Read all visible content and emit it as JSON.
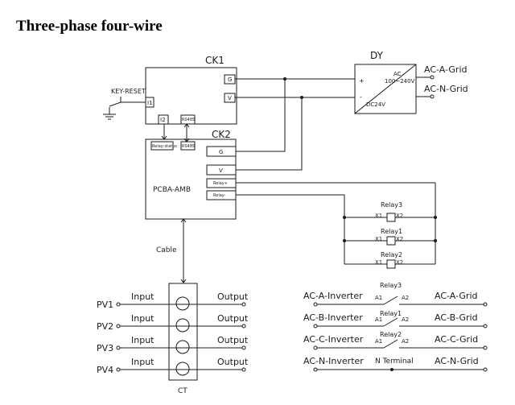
{
  "title": "Three-phase four-wire",
  "ck1": {
    "label": "CK1",
    "key_reset": "KEY-RESET",
    "port_i1": "I1",
    "port_i2": "I2",
    "port_rs485": "RS485",
    "terminal_g": "G",
    "terminal_v": "V"
  },
  "ck2": {
    "label": "CK2",
    "board": "PCBA-AMB",
    "port_relay_status": "Relay-status",
    "port_rs485": "RS485",
    "terminal_g": "G",
    "terminal_v": "V",
    "terminal_relay_plus": "Relay+",
    "terminal_relay_minus": "Relay-"
  },
  "dy": {
    "label": "DY",
    "ac_text": "AC",
    "ac_range": "100~240V",
    "dc_text": "DC24V",
    "plus": "+",
    "minus": "-",
    "grid_a": "AC-A-Grid",
    "grid_n": "AC-N-Grid"
  },
  "relay_coils": [
    {
      "name": "Relay3",
      "x1": "X1",
      "x2": "X2"
    },
    {
      "name": "Relay1",
      "x1": "X1",
      "x2": "X2"
    },
    {
      "name": "Relay2",
      "x1": "X1",
      "x2": "X2"
    }
  ],
  "cable_label": "Cable",
  "ct": {
    "label": "CT",
    "rows": [
      {
        "pv": "PV1",
        "input": "Input",
        "output": "Output"
      },
      {
        "pv": "PV2",
        "input": "Input",
        "output": "Output"
      },
      {
        "pv": "PV3",
        "input": "Input",
        "output": "Output"
      },
      {
        "pv": "PV4",
        "input": "Input",
        "output": "Output"
      }
    ]
  },
  "switch_rows": [
    {
      "left": "AC-A-Inverter",
      "relay": "Relay3",
      "a1": "A1",
      "a2": "A2",
      "right": "AC-A-Grid"
    },
    {
      "left": "AC-B-Inverter",
      "relay": "Relay1",
      "a1": "A1",
      "a2": "A2",
      "right": "AC-B-Grid"
    },
    {
      "left": "AC-C-Inverter",
      "relay": "Relay2",
      "a1": "A1",
      "a2": "A2",
      "right": "AC-C-Grid"
    }
  ],
  "neutral_row": {
    "left": "AC-N-Inverter",
    "middle": "N Terminal",
    "right": "AC-N-Grid"
  }
}
